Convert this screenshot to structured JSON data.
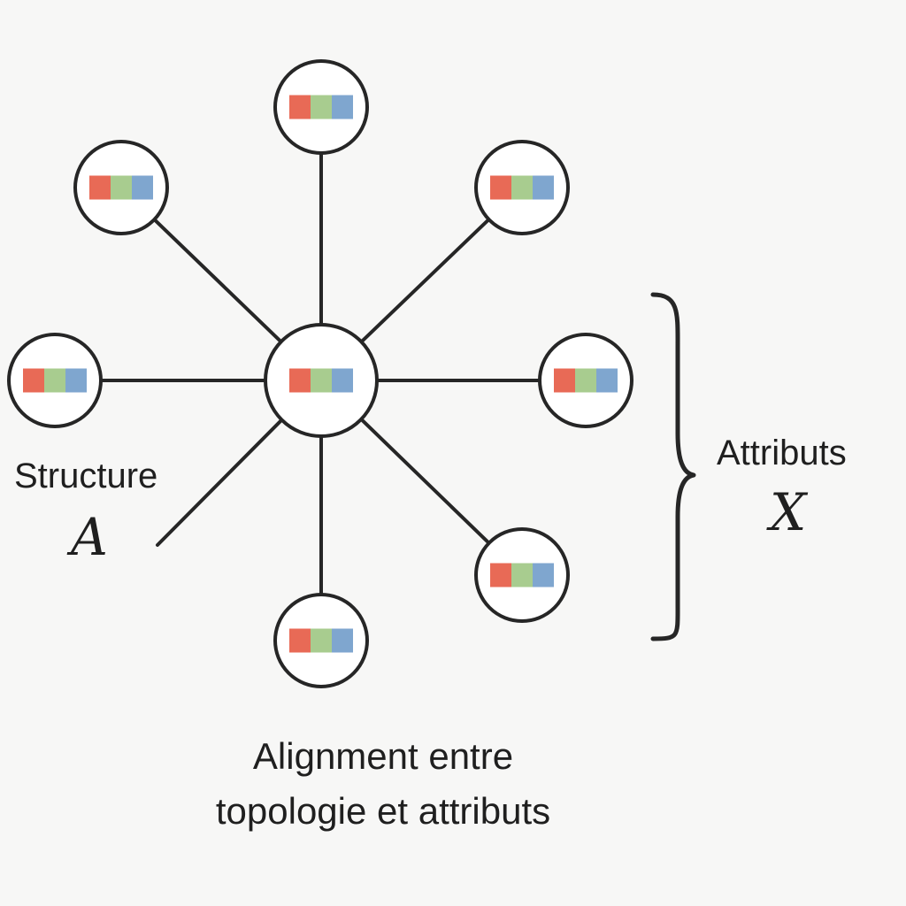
{
  "diagram": {
    "structure": {
      "label": "Structure",
      "symbol": "A"
    },
    "attributes": {
      "label": "Attributs",
      "symbol": "X"
    },
    "caption": {
      "line1": "Alignment entre",
      "line2": "topologie et attributs"
    },
    "colors": {
      "attribute_red": "#e86a56",
      "attribute_green": "#a8cc8f",
      "attribute_blue": "#7fa6cf",
      "stroke": "#262626",
      "background": "#f7f7f6"
    }
  }
}
